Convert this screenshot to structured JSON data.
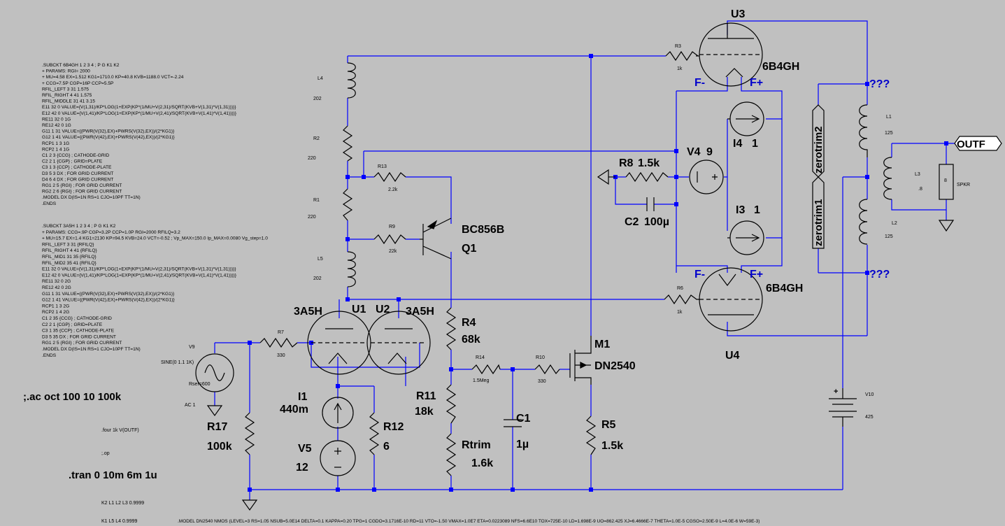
{
  "subckt_text_1": [
    ".SUBCKT 6B4GH  1 2 3 4 ;  P G K1 K2",
    "  + PARAMS:  RGI= 2000",
    "  + MU=4.58 EX=1.512 KG1=1710.0 KP=40.8 KVB=1188.0 VCT=-2.24",
    "  + CCG=7.5P  CGP=16P CCP=5.5P",
    "  RFIL_LEFT   3 31 1.575",
    "  RFIL_RIGHT   4 41 1.575",
    "  RFIL_MIDDLE  31 41 3.15",
    "  E11 32 0  VALUE={V(1,31)/KP*LOG(1+EXP(KP*(1/MU+V(2,31)/SQRT(KVB+V(1,31)*V(1,31))))}",
    "  E12 42 0  VALUE={V(1,41)/KP*LOG(1+EXP(KP*(1/MU+V(2,41)/SQRT(KVB+V(1,41)*V(1,41))))}",
    "  RE11 32 0 1G",
    "  RE12 42 0 1G",
    "  G11 1 31 VALUE={(PWR(V(32),EX)+PWRS(V(32),EX))/(2*KG1)}",
    "  G12 1 41 VALUE={(PWR(V(42),EX)+PWRS(V(42),EX))/(2*KG1)}",
    "  RCP1 1 3 1G",
    "  RCP2 1 4 1G",
    "  C1 2 3 {CCG} ; CATHODE-GRID",
    "  C2 2 1 {CGP} ; GRID=PLATE",
    "  C3 1 3 {CCP} ; CATHODE-PLATE",
    "  D3 5 3 DX ; FOR GRID CURRENT",
    "  D4 6 4 DX ; FOR GRID CURRENT",
    "  RG1 2 5 {RGI} ; FOR GRID CURRENT",
    "  RG2 2 6 {RGI} ; FOR GRID CURRENT",
    "  .MODEL DX D(IS=1N RS=1 CJO=10PF TT=1N)",
    "  .ENDS"
  ],
  "subckt_text_2": [
    ".SUBCKT 3A5H      1 2 3 4 ;  P G K1 K2",
    "  + PARAMS: CCG=.9P  CGP=3.2P CCP=1.0P RGI=2000  RFILQ=3.2",
    "  + MU=15.7 EX=1.4 KG1=2130 KP=94.5 KVB=24.0 VCT=-0.52 ; Vp_MAX=150.0 Ip_MAX=0.0080 Vg_step=1.0",
    "  RFIL_LEFT   3  31 {RFILQ}",
    "  RFIL_RIGHT   4  41 {RFILQ}",
    "  RFIL_MID1  31  35 {RFILQ}",
    "  RFIL_MID2  35  41 {RFILQ}",
    "  E11 32 0  VALUE={V(1,31)/KP*LOG(1+EXP(KP*(1/MU+V(2,31)/SQRT(KVB+V(1,31)*V(1,31))))}",
    "  E12 42 0  VALUE={V(1,41)/KP*LOG(1+EXP(KP*(1/MU+V(2,41)/SQRT(KVB+V(1,41)*V(1,41))))}",
    "  RE11 32 0 2G",
    "  RE12 42 0 2G",
    "  G11 1 31 VALUE={(PWR(V(32),EX)+PWRS(V(32),EX))/(2*KG1)}",
    "  G12 1 41 VALUE={(PWR(V(42),EX)+PWRS(V(42),EX))/(2*KG1)}",
    "  RCP1 1 3 2G",
    "  RCP2 1 4 2G",
    "  C1 2 35 {CCG} ; CATHODE-GRID",
    "  C2 2 1  {CGP} ; GRID=PLATE",
    "  C3 1 35 {CCP} ; CATHODE-PLATE",
    "  D3 5 35 DX ; FOR GRID CURRENT",
    "  RG1 2 5 {RGI} ; FOR GRID CURRENT",
    "  .MODEL DX D(IS=1N RS=1 CJO=10PF TT=1N)",
    "  .ENDS"
  ],
  "directives": {
    "ac": ";.ac oct 100 10 100k",
    "four": ".four 1k V(OUTF)",
    "op": ";.op",
    "tran": ".tran 0 10m 6m 1u",
    "k2": "K2 L1 L2 L3 0.9999",
    "k1": "K1 L5 L4 0.9999",
    "model_dn2540": ".MODEL DN2540 NMOS (LEVEL=3 RS=1.05 NSUB=5.0E14 DELTA=0.1 KAPPA=0.20 TPG=1 CGDO=3.1716E-10 RD=11 VTO=-1.50 VMAX=1.0E7 ETA=0.0223089 NFS=6.6E10 TOX=725E-10 LD=1.698E-9 UO=862.425 XJ=6.4666E-7 THETA=1.0E-5 CGSO=2.50E-9 L=4.0E-6 W=59E-3)"
  },
  "components": {
    "u3": "U3",
    "u3_type": "6B4GH",
    "u4": "U4",
    "u4_type": "6B4GH",
    "u1": "U1",
    "u2": "U2",
    "u1_type": "3A5H",
    "u2_type": "3A5H",
    "q1": "Q1",
    "q1_type": "BC856B",
    "m1": "M1",
    "m1_type": "DN2540",
    "r1": "R1",
    "r1_val": "220",
    "r2": "R2",
    "r2_val": "220",
    "r3": "R3",
    "r3_val": "1k",
    "r4": "R4",
    "r4_val": "68k",
    "r5": "R5",
    "r5_val": "1.5k",
    "r6": "R6",
    "r6_val": "1k",
    "r7": "R7",
    "r7_val": "330",
    "r8": "R8",
    "r8_val": "1.5k",
    "r9": "R9",
    "r9_val": "22k",
    "r10": "R10",
    "r10_val": "330",
    "r11": "R11",
    "r11_val": "18k",
    "r12": "R12",
    "r12_val": "6",
    "r13": "R13",
    "r13_val": "2.2k",
    "r14": "R14",
    "r14_val": "1.5Meg",
    "r17": "R17",
    "r17_val": "100k",
    "rtrim": "Rtrim",
    "rtrim_val": "1.6k",
    "spkr_val": "8",
    "spkr": "SPKR",
    "c1": "C1",
    "c1_val": "1µ",
    "c2": "C2",
    "c2_val": "100µ",
    "l1": "L1",
    "l1_val": "125",
    "l2": "L2",
    "l2_val": "125",
    "l3": "L3",
    "l3_val": ".8",
    "l4": "L4",
    "l4_val": "202",
    "l5": "L5",
    "l5_val": "202",
    "i1": "I1",
    "i1_val": "440m",
    "i3": "I3",
    "i3_val": "1",
    "i4": "I4",
    "i4_val": "1",
    "v4": "V4",
    "v4_val": "9",
    "v5": "V5",
    "v5_val": "12",
    "v9": "V9",
    "v9_val": "SINE(0 1.1 1K)",
    "v9_rser": "Rser=600",
    "v9_ac": "AC 1",
    "v10": "V10",
    "v10_val": "425"
  },
  "nets": {
    "outf": "OUTF",
    "zerotrim1": "zerotrim1",
    "zerotrim2": "zerotrim2",
    "q_top": "???",
    "q_bot": "???",
    "fminus_top": "F-",
    "fplus_top": "F+",
    "fminus_bot": "F-",
    "fplus_bot": "F+"
  },
  "colors": {
    "wire": "#0000ff",
    "component": "#000000",
    "background": "#c0c0c0",
    "netlabel": "#0000cc"
  }
}
